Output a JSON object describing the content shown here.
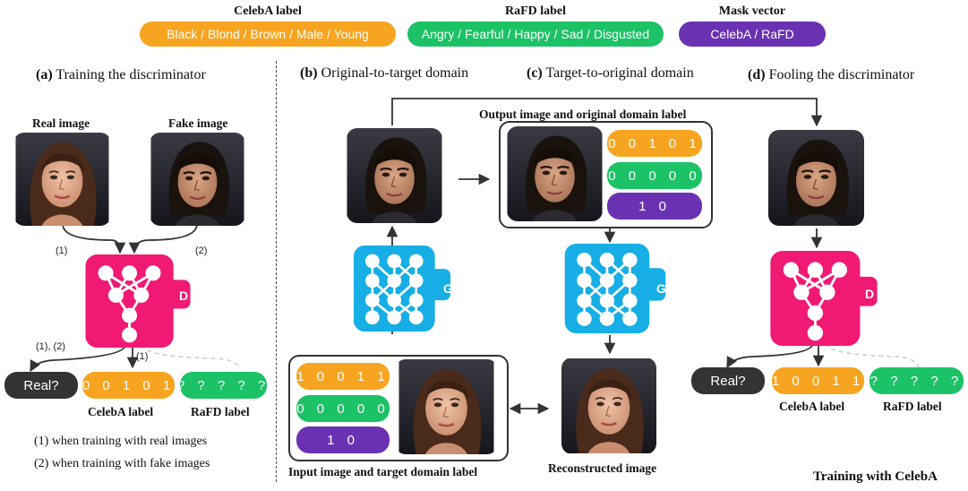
{
  "colors": {
    "orange": "#f7a421",
    "green": "#1cc266",
    "purple": "#6a32b3",
    "pink": "#f01a74",
    "blue": "#16aee5",
    "dark": "#333333"
  },
  "legend": {
    "celeba": {
      "title": "CelebA label",
      "text": "Black / Blond / Brown / Male / Young"
    },
    "rafd": {
      "title": "RaFD label",
      "text": "Angry / Fearful / Happy / Sad / Disgusted"
    },
    "mask": {
      "title": "Mask vector",
      "text": "CelebA / RaFD"
    }
  },
  "sections": {
    "a": {
      "tag": "(a)",
      "title": "Training the discriminator"
    },
    "b": {
      "tag": "(b)",
      "title": "Original-to-target domain"
    },
    "c": {
      "tag": "(c)",
      "title": "Target-to-original domain"
    },
    "d": {
      "tag": "(d)",
      "title": "Fooling the discriminator"
    }
  },
  "panel_a": {
    "real_caption": "Real image",
    "fake_caption": "Fake image",
    "arrow1": "(1)",
    "arrow2": "(2)",
    "arrow12": "(1), (2)",
    "arrow1b": "(1)",
    "disc_letter": "D",
    "real_pill": "Real?",
    "celeba_pill": "0 0 1 0 1",
    "rafd_pill": "? ? ? ? ?",
    "celeba_caption": "CelebA label",
    "rafd_caption": "RaFD label",
    "note1": "(1) when training with real images",
    "note2": "(2) when training with fake images"
  },
  "panel_bc": {
    "output_caption": "Output image and original domain label",
    "out_celeba": "0 0 1 0 1",
    "out_rafd": "0 0 0 0 0",
    "out_mask": "1    0",
    "gen_letter": "G",
    "in_celeba": "1 0 0 1 1",
    "in_rafd": "0 0 0 0 0",
    "in_mask": "1    0",
    "input_caption": "Input image and target domain label",
    "recon_caption": "Reconstructed image"
  },
  "panel_d": {
    "disc_letter": "D",
    "real_pill": "Real?",
    "celeba_pill": "1 0 0 1 1",
    "rafd_pill": "? ? ? ? ?",
    "celeba_caption": "CelebA label",
    "rafd_caption": "RaFD label"
  },
  "footer": "Training with CelebA"
}
